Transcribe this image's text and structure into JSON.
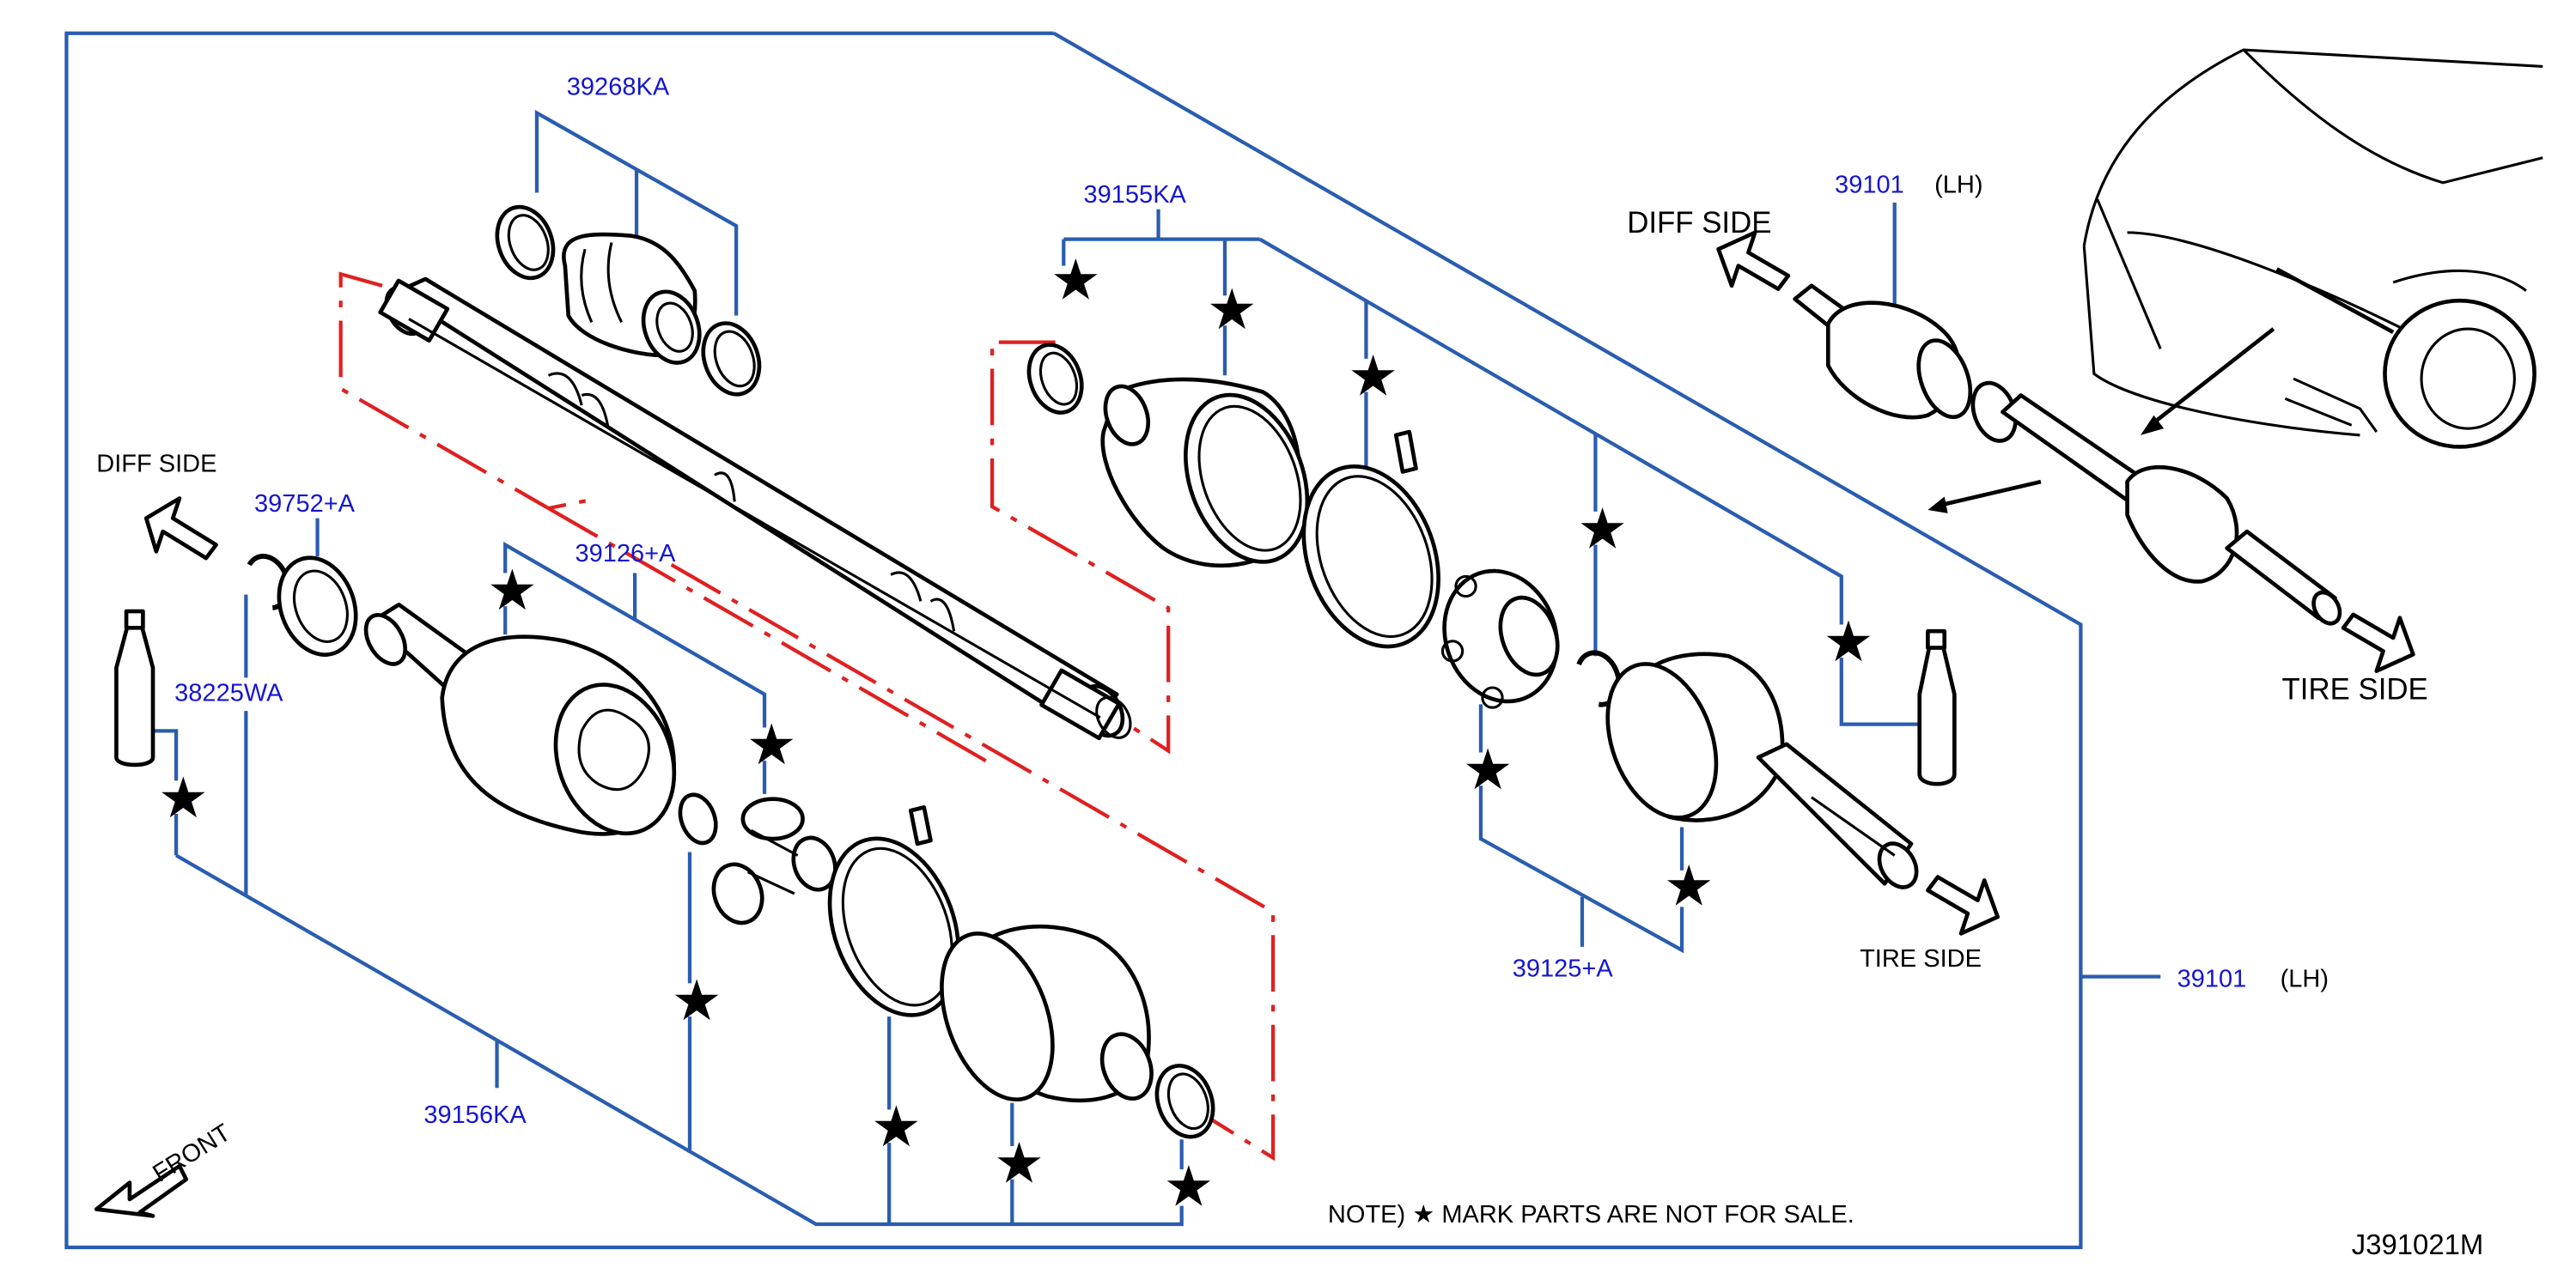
{
  "parts": {
    "p39268ka": "39268KA",
    "p39155ka": "39155KA",
    "p39101_top": "39101",
    "p39101_top_side": "(LH)",
    "p39752a": "39752+A",
    "p39126a": "39126+A",
    "p38225wa": "38225WA",
    "p39156ka": "39156KA",
    "p39125a": "39125+A",
    "p39101_right": "39101",
    "p39101_right_side": "(LH)"
  },
  "labels": {
    "diff_side_left": "DIFF  SIDE",
    "diff_side_top": "DIFF  SIDE",
    "tire_side_top": "TIRE  SIDE",
    "tire_side_mid": "TIRE  SIDE",
    "front": "FRONT",
    "note": "NOTE)  ★ MARK  PARTS  ARE  NOT  FOR  SALE.",
    "diagram_code": "J391021M"
  },
  "icons": {
    "star": "★"
  },
  "colors": {
    "part_number": "#1515d0",
    "leader": "#2a5db0",
    "phantom_line": "#e02020"
  }
}
